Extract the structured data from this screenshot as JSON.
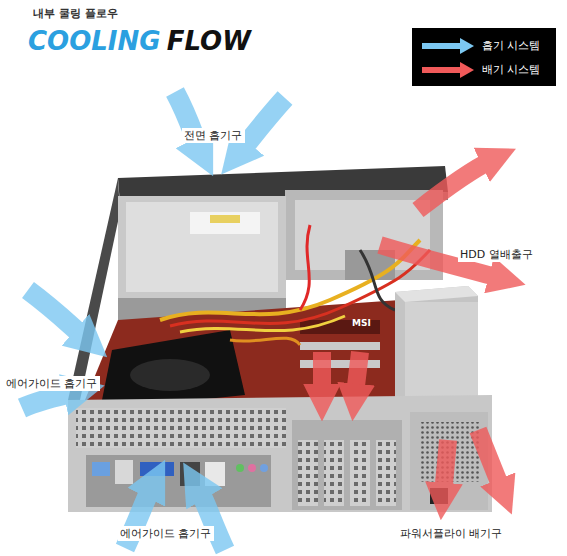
{
  "diagram": {
    "title": "내부 쿨링 플로우",
    "labels": [
      "COOLING",
      "FLOW",
      "전면 흡기구",
      "HDD 열배출구",
      "에어가이드 흡기구",
      "MSI",
      "에어가이드 흡기구",
      "파워서플라이 배기구"
    ],
    "legend": [
      {
        "text": "흡기 시스템",
        "color": "#7cc8f2"
      },
      {
        "text": "배기 시스템",
        "color": "#f05a5a"
      }
    ]
  }
}
